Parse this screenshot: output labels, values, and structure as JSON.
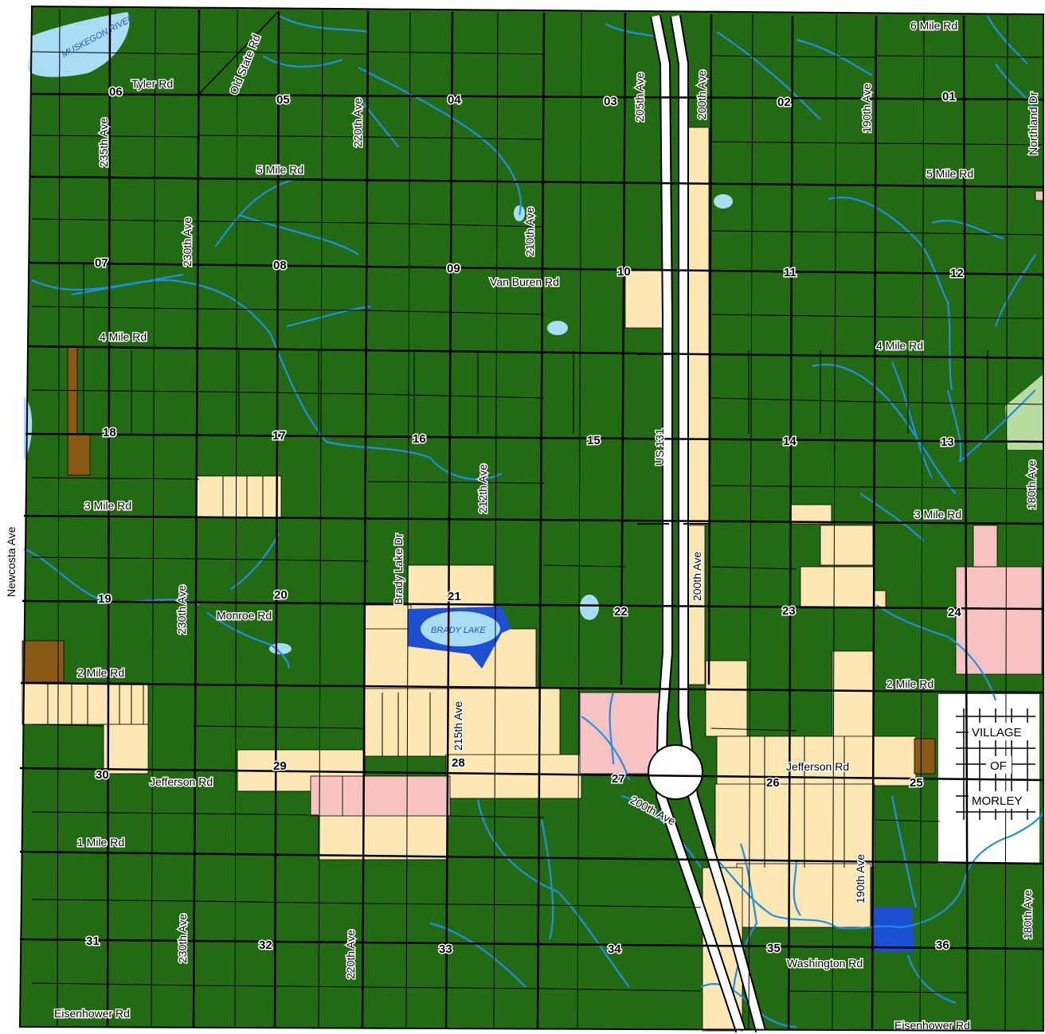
{
  "colors": {
    "agricultural": "#236b12",
    "residential": "#fde7b3",
    "commercial": "#f7c2c2",
    "industrial": "#8a5a14",
    "recreation": "#1c4fd1",
    "water": "#a9dcf5",
    "stream": "#1e8fe6",
    "village": "#ffffff",
    "open_space": "#b8dca0",
    "roads": "#000000"
  },
  "sections": {
    "s01": "01",
    "s02": "02",
    "s03": "03",
    "s04": "04",
    "s05": "05",
    "s06": "06",
    "s07": "07",
    "s08": "08",
    "s09": "09",
    "s10": "10",
    "s11": "11",
    "s12": "12",
    "s13": "13",
    "s14": "14",
    "s15": "15",
    "s16": "16",
    "s17": "17",
    "s18": "18",
    "s19": "19",
    "s20": "20",
    "s21": "21",
    "s22": "22",
    "s23": "23",
    "s24": "24",
    "s25": "25",
    "s26": "26",
    "s27": "27",
    "s28": "28",
    "s29": "29",
    "s30": "30",
    "s31": "31",
    "s32": "32",
    "s33": "33",
    "s34": "34",
    "s35": "35",
    "s36": "36"
  },
  "roads": {
    "tyler": "Tyler Rd",
    "old_state": "Old State Rd",
    "six_mile": "6 Mile Rd",
    "five_mile_w": "5 Mile Rd",
    "five_mile_e": "5 Mile Rd",
    "van_buren": "Van Buren Rd",
    "four_mile_w": "4 Mile Rd",
    "four_mile_e": "4 Mile Rd",
    "three_mile_w": "3 Mile Rd",
    "three_mile_e": "3 Mile Rd",
    "monroe": "Monroe Rd",
    "two_mile_w": "2 Mile Rd",
    "two_mile_e": "2 Mile Rd",
    "jefferson_w": "Jefferson Rd",
    "jefferson_e": "Jefferson Rd",
    "one_mile": "1 Mile Rd",
    "washington": "Washington Rd",
    "eisenhower_w": "Eisenhower Rd",
    "eisenhower_e": "Eisenhower Rd",
    "newcosta": "Newcosta Ave",
    "ave235": "235th Ave",
    "ave230_n": "230th Ave",
    "ave230_m": "230th Ave",
    "ave230_s": "230th Ave",
    "ave220_n": "220th Ave",
    "ave220_s": "220th Ave",
    "ave210": "210th Ave",
    "ave212": "212th Ave",
    "ave215": "215th Ave",
    "brady_lake_dr": "Brady Lake Dr",
    "ave205": "205th Ave",
    "ave200_n": "200th Ave",
    "ave200_m": "200th Ave",
    "ave200_s": "200th Ave",
    "us131": "US 131",
    "ave190_n": "190th Ave",
    "ave190_s": "190th Ave",
    "ave180_n": "180th Ave",
    "ave180_s": "180th Ave",
    "northland": "Northland Dr"
  },
  "water": {
    "muskegon_river": "MUSKEGON RIVER",
    "brady_lake": "BRADY LAKE"
  },
  "village": {
    "line1": "VILLAGE",
    "line2": "OF",
    "line3": "MORLEY"
  }
}
